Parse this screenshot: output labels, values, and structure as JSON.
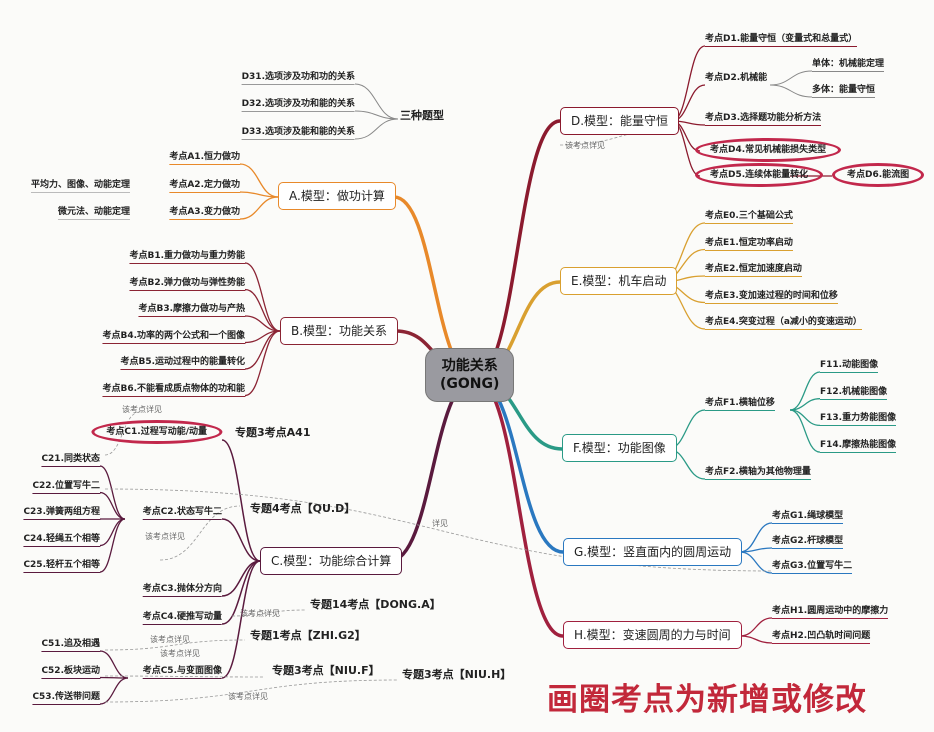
{
  "center": "功能关系\n(GONG)",
  "colors": {
    "A": "#e8892a",
    "B": "#8b2434",
    "C": "#5a1a3e",
    "D": "#8b1a2e",
    "E": "#d9a030",
    "F": "#2a9a86",
    "G": "#2a78c0",
    "H": "#a0203e",
    "ring": "#c2284c",
    "caption": "#c2283a"
  },
  "types": {
    "title": "三种题型",
    "items": [
      "D31.选项涉及功和功的关系",
      "D32.选项涉及功和能的关系",
      "D33.选项涉及能和能的关系"
    ]
  },
  "A": {
    "title": "A.模型：做功计算",
    "items": [
      "考点A1.恒力做功",
      "考点A2.定力做功",
      "考点A3.变力做功"
    ],
    "notes": [
      "平均力、图像、动能定理",
      "微元法、动能定理"
    ]
  },
  "B": {
    "title": "B.模型：功能关系",
    "items": [
      "考点B1.重力做功与重力势能",
      "考点B2.弹力做功与弹性势能",
      "考点B3.摩擦力做功与产热",
      "考点B4.功率的两个公式和一个图像",
      "考点B5.运动过程中的能量转化",
      "考点B6.不能看成质点物体的功和能"
    ]
  },
  "C": {
    "title": "C.模型：功能综合计算",
    "C1": "考点C1.过程写动能/动量",
    "C1_ref": "专题3考点A41",
    "C2": "考点C2.状态写牛二",
    "C2_ref": "专题4考点【QU.D】",
    "C2_items": [
      "C21.同类状态",
      "C22.位置写牛二",
      "C23.弹簧两组方程",
      "C24.轻绳五个相等",
      "C25.轻杆五个相等"
    ],
    "C3": "考点C3.抛体分方向",
    "C4": "考点C4.硬推写动量",
    "C4_ref": "专题14考点【DONG.A】",
    "C5": "考点C5.与变面图像",
    "C5_items": [
      "C51.追及相遇",
      "C52.板块运动",
      "C53.传送带问题"
    ],
    "refs": [
      "专题1考点【ZHI.G2】",
      "专题3考点【NIU.F】",
      "专题3考点【NIU.H】"
    ]
  },
  "D": {
    "title": "D.模型：能量守恒",
    "items": [
      "考点D1.能量守恒（变量式和总量式）",
      "考点D2.机械能",
      "考点D3.选择题功能分析方法",
      "考点D4.常见机械能损失类型",
      "考点D5.连续体能量转化",
      "考点D6.能流图"
    ],
    "D2_items": [
      "单体：机械能定理",
      "多体：能量守恒"
    ]
  },
  "E": {
    "title": "E.模型：机车启动",
    "items": [
      "考点E0.三个基础公式",
      "考点E1.恒定功率启动",
      "考点E2.恒定加速度启动",
      "考点E3.变加速过程的时间和位移",
      "考点E4.突变过程（a减小的变速运动）"
    ]
  },
  "F": {
    "title": "F.模型：功能图像",
    "items": [
      "考点F1.横轴位移",
      "考点F2.横轴为其他物理量"
    ],
    "F1_items": [
      "F11.动能图像",
      "F12.机械能图像",
      "F13.重力势能图像",
      "F14.摩擦热能图像"
    ]
  },
  "G": {
    "title": "G.模型：竖直面内的圆周运动",
    "items": [
      "考点G1.绳球模型",
      "考点G2.杆球模型",
      "考点G3.位置写牛二"
    ]
  },
  "H": {
    "title": "H.模型：变速圆周的力与时间",
    "items": [
      "考点H1.圆周运动中的摩擦力",
      "考点H2.凹凸轨时间问题"
    ]
  },
  "annotations": {
    "see_detail": "该考点详见",
    "see": "详见"
  },
  "caption": "画圈考点为新增或修改"
}
